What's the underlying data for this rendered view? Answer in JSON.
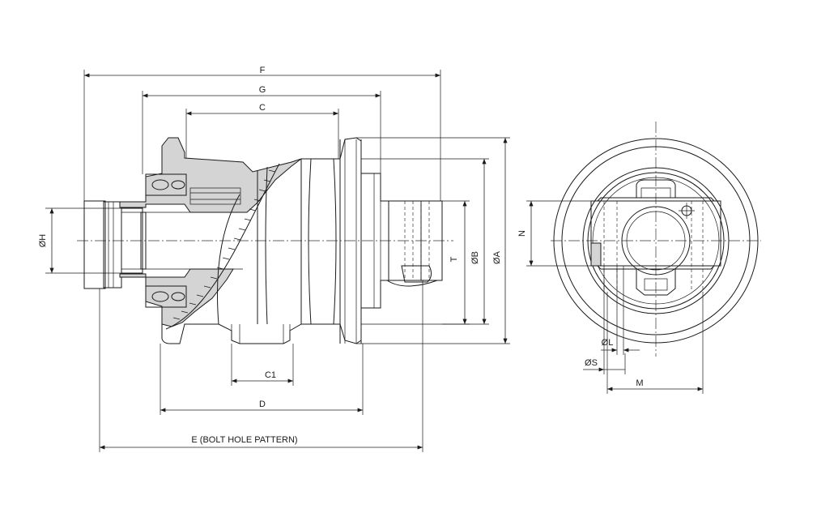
{
  "dimensions": {
    "F": "F",
    "G": "G",
    "C": "C",
    "C1": "C1",
    "D": "D",
    "E": "E (BOLT HOLE PATTERN)",
    "H": "ØH",
    "T": "T",
    "B": "ØB",
    "A": "ØA",
    "N": "N",
    "L": "ØL",
    "S": "ØS",
    "M": "M"
  }
}
